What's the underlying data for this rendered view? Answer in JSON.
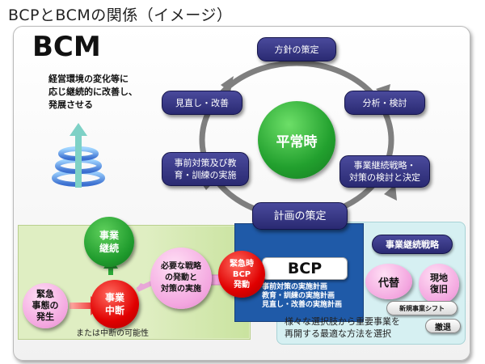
{
  "title": "BCPとBCMの関係（イメージ）",
  "bcm": {
    "label": "BCM",
    "description": [
      "経営環境の変化等に",
      "応じ継続的に改善し、",
      "発展させる"
    ]
  },
  "cycle": {
    "center": "平常時",
    "policy": "方針の策定",
    "analysis": "分析・検討",
    "strategy": [
      "事業継続戦略・",
      "対策の検討と決定"
    ],
    "planning": "計画の策定",
    "training": [
      "事前対策及び教",
      "育・訓練の実施"
    ],
    "review": "見直し・改善"
  },
  "bcp": {
    "label": "BCP",
    "plans": [
      "事前対策の実施計画",
      "教育・訓練の実施計画",
      "見直し・改善の実施計画"
    ],
    "activation": [
      "緊急時",
      "BCP",
      "発動"
    ]
  },
  "flow": {
    "emergency": [
      "緊急",
      "事態の",
      "発生"
    ],
    "interruption": [
      "事業",
      "中断"
    ],
    "continuation": [
      "事業",
      "継続"
    ],
    "measures": [
      "必要な戦略",
      "の発動と",
      "対策の実施"
    ],
    "possibility": "または中断の可能性"
  },
  "strategy_panel": {
    "title": "事業継続戦略",
    "alternative": "代替",
    "restore": [
      "現地",
      "復旧"
    ],
    "new_business": "新規事業シフト",
    "withdraw": "撤退",
    "footer": [
      "様々な選択肢から重要事業を",
      "再開する最適な方法を選択"
    ]
  },
  "colors": {
    "node_blue": "#2e2e7e",
    "center_green": "#22a02e",
    "bcp_blue": "#1f5aa8",
    "alert_red": "#e00000",
    "strategy_pink": "#f3a5df",
    "panel_green": "#dfeec2",
    "panel_cyan": "#d6f0f2"
  }
}
